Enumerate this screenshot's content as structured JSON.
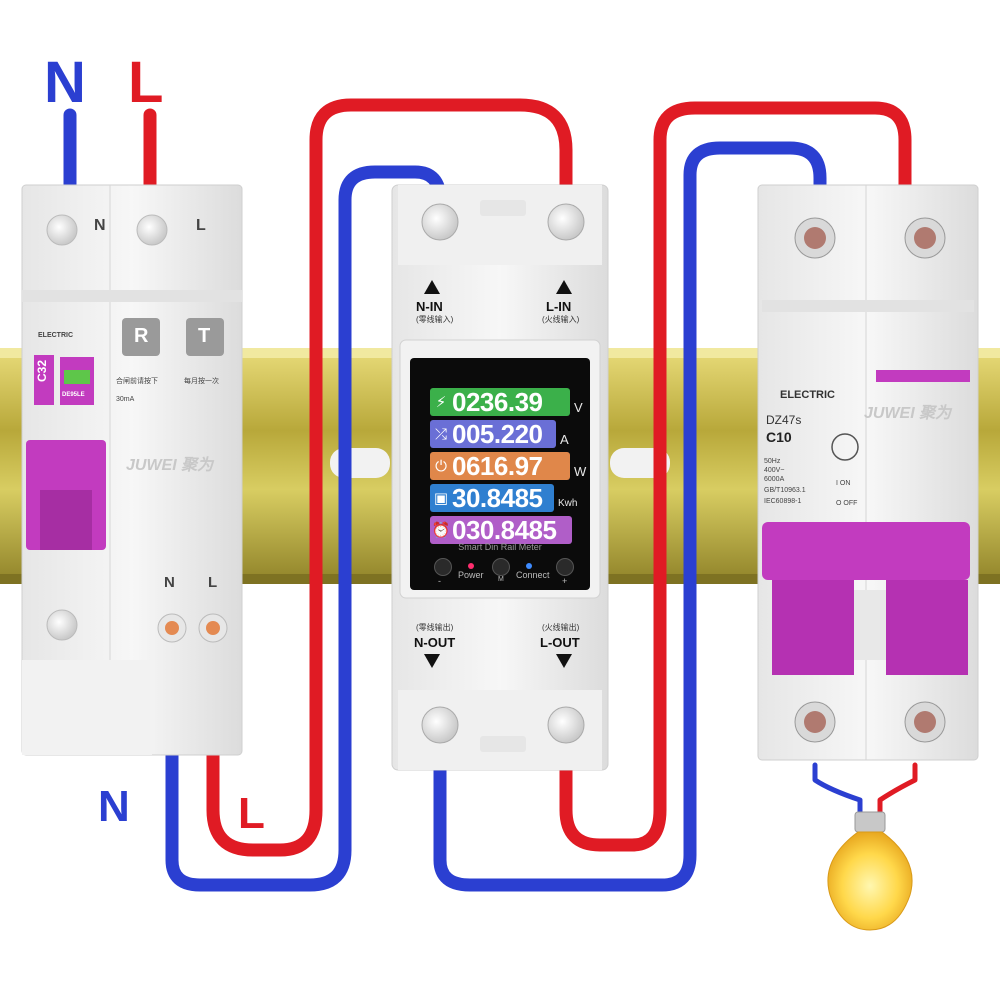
{
  "labels": {
    "top_n": "N",
    "top_l": "L",
    "bottom_n": "N",
    "bottom_l": "L"
  },
  "rcbo": {
    "term_n": "N",
    "term_l": "L",
    "brand": "ELECTRIC",
    "rating": "C32",
    "btn_r": "R",
    "btn_t": "T",
    "note_left": "合闸前请按下",
    "note_right": "每月按一次",
    "trip": "30mA",
    "model": "DE95LE",
    "logo": "JUWEI 聚为",
    "bottom_n": "N",
    "bottom_l": "L"
  },
  "meter": {
    "n_in": "N-IN",
    "n_in_sub": "(零线输入)",
    "l_in": "L-IN",
    "l_in_sub": "(火线输入)",
    "n_out": "N-OUT",
    "n_out_sub": "(零线输出)",
    "l_out": "L-OUT",
    "l_out_sub": "(火线输出)",
    "title": "Smart Din Rail Meter",
    "power": "Power",
    "connect": "Connect",
    "minus": "-",
    "plus": "+",
    "m": "M",
    "readings": [
      {
        "icon": "lightning-icon",
        "glyph": "⚡",
        "value": "0236.39",
        "unit": "V",
        "color": "#3bb04a"
      },
      {
        "icon": "shuffle-icon",
        "glyph": "⤮",
        "value": "005.220",
        "unit": "A",
        "color": "#6a6fd6"
      },
      {
        "icon": "power-icon",
        "glyph": "⏻",
        "value": "0616.97",
        "unit": "W",
        "color": "#e0874a"
      },
      {
        "icon": "energy-icon",
        "glyph": "▣",
        "value": "30.8485",
        "unit": "Kwh",
        "color": "#2f7fd0"
      },
      {
        "icon": "alarm-icon",
        "glyph": "⏰",
        "value": "030.8485",
        "unit": "",
        "color": "#b05ec8"
      }
    ]
  },
  "mcb": {
    "brand": "ELECTRIC",
    "model": "DZ47s",
    "rating": "C10",
    "spec_1": "50Hz",
    "spec_2": "400V~",
    "spec_3": "6000A",
    "spec_4": "GB/T10963.1",
    "spec_5": "IEC60898-1",
    "on": "I ON",
    "off": "O OFF",
    "logo": "JUWEI 聚为"
  },
  "colors": {
    "neutral_wire": "#2b3fd1",
    "live_wire": "#e01b24",
    "handle": "#c23bbf",
    "rail": "#c9b84a"
  }
}
